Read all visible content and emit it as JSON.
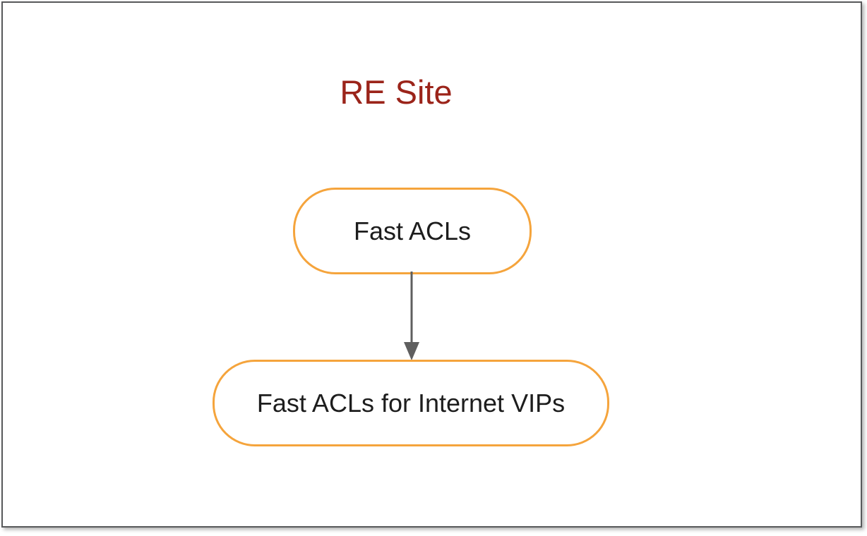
{
  "diagram": {
    "title": "RE Site",
    "nodes": [
      {
        "id": "fast-acls",
        "label": "Fast ACLs"
      },
      {
        "id": "fast-acls-internet-vips",
        "label": "Fast ACLs for Internet VIPs"
      }
    ],
    "edges": [
      {
        "from": "fast-acls",
        "to": "fast-acls-internet-vips",
        "direction": "down",
        "style": "arrow"
      }
    ],
    "colors": {
      "title_text": "#9B241A",
      "node_border": "#F5A43C",
      "node_text": "#1d1d1d",
      "arrow": "#5f5f5f",
      "frame_border": "#58595b",
      "background": "#FFFFFF"
    }
  }
}
